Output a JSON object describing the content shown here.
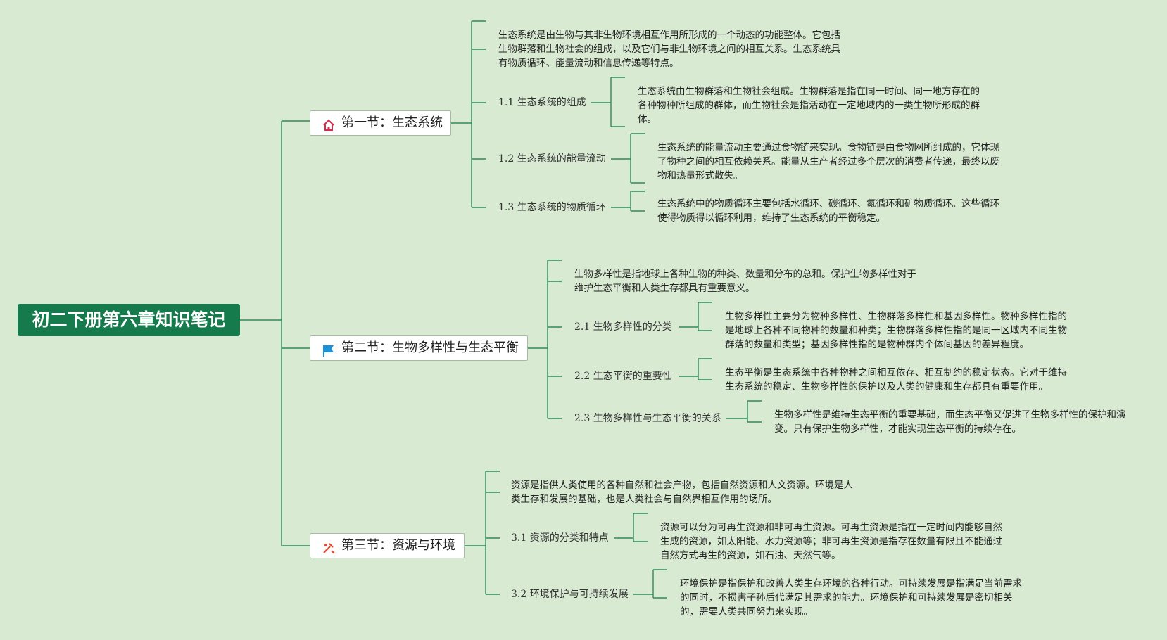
{
  "root": {
    "title": "初二下册第六章知识笔记"
  },
  "sections": [
    {
      "title": "第一节：生态系统",
      "icon": "house-icon",
      "intro": "生态系统是由生物与其非生物环境相互作用所形成的一个动态的功能整体。它包括生物群落和生物社会的组成，以及它们与非生物环境之间的相互关系。生态系统具有物质循环、能量流动和信息传递等特点。",
      "subs": [
        {
          "title": "1.1 生态系统的组成",
          "text": "生态系统由生物群落和生物社会组成。生物群落是指在同一时间、同一地方存在的各种物种所组成的群体，而生物社会是指活动在一定地域内的一类生物所形成的群体。"
        },
        {
          "title": "1.2 生态系统的能量流动",
          "text": "生态系统的能量流动主要通过食物链来实现。食物链是由食物网所组成的，它体现了物种之间的相互依赖关系。能量从生产者经过多个层次的消费者传递，最终以废物和热量形式散失。"
        },
        {
          "title": "1.3 生态系统的物质循环",
          "text": "生态系统中的物质循环主要包括水循环、碳循环、氮循环和矿物质循环。这些循环使得物质得以循环利用，维持了生态系统的平衡稳定。"
        }
      ]
    },
    {
      "title": "第二节：生物多样性与生态平衡",
      "icon": "flag-icon",
      "intro": "生物多样性是指地球上各种生物的种类、数量和分布的总和。保护生物多样性对于维护生态平衡和人类生存都具有重要意义。",
      "subs": [
        {
          "title": "2.1 生物多样性的分类",
          "text": "生物多样性主要分为物种多样性、生物群落多样性和基因多样性。物种多样性指的是地球上各种不同物种的数量和种类；生物群落多样性指的是同一区域内不同生物群落的数量和类型；基因多样性指的是物种群内个体间基因的差异程度。"
        },
        {
          "title": "2.2 生态平衡的重要性",
          "text": "生态平衡是生态系统中各种物种之间相互依存、相互制约的稳定状态。它对于维持生态系统的稳定、生物多样性的保护以及人类的健康和生存都具有重要作用。"
        },
        {
          "title": "2.3 生物多样性与生态平衡的关系",
          "text": "生物多样性是维持生态平衡的重要基础，而生态平衡又促进了生物多样性的保护和演变。只有保护生物多样性，才能实现生态平衡的持续存在。"
        }
      ]
    },
    {
      "title": "第三节：资源与环境",
      "icon": "tools-icon",
      "intro": "资源是指供人类使用的各种自然和社会产物，包括自然资源和人文资源。环境是人类生存和发展的基础，也是人类社会与自然界相互作用的场所。",
      "subs": [
        {
          "title": "3.1 资源的分类和特点",
          "text": "资源可以分为可再生资源和非可再生资源。可再生资源是指在一定时间内能够自然生成的资源，如太阳能、水力资源等；非可再生资源是指存在数量有限且不能通过自然方式再生的资源，如石油、天然气等。"
        },
        {
          "title": "3.2 环境保护与可持续发展",
          "text": "环境保护是指保护和改善人类生存环境的各种行动。可持续发展是指满足当前需求的同时，不损害子孙后代满足其需求的能力。环境保护和可持续发展是密切相关的，需要人类共同努力来实现。"
        }
      ]
    }
  ]
}
